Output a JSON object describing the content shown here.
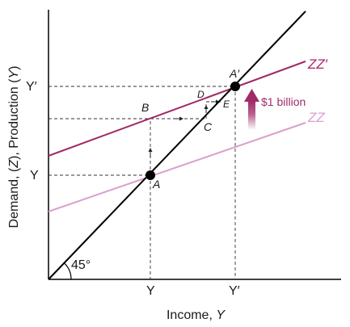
{
  "axes": {
    "x_title_prefix": "Income, ",
    "x_title_var": "Y",
    "y_title_part1": "Demand, (",
    "y_title_z": "Z",
    "y_title_part2": "), Production (",
    "y_title_y": "Y",
    "y_title_part3": ")"
  },
  "ticks": {
    "x": [
      "Y",
      "Y′"
    ],
    "y": [
      "Y",
      "Y′"
    ]
  },
  "angle_label": "45°",
  "points": {
    "A": "A",
    "A_prime": "A′",
    "B": "B",
    "C": "C",
    "D": "D",
    "E": "E"
  },
  "curves": {
    "zz": "ZZ",
    "zz_prime": "ZZ′"
  },
  "annotation": "$1 billion",
  "colors": {
    "axis": "#000000",
    "line45": "#000000",
    "zz": "#d9a0cd",
    "zz_prime": "#a02b68",
    "arrow": "#a02b68",
    "dashed": "#333333"
  }
}
